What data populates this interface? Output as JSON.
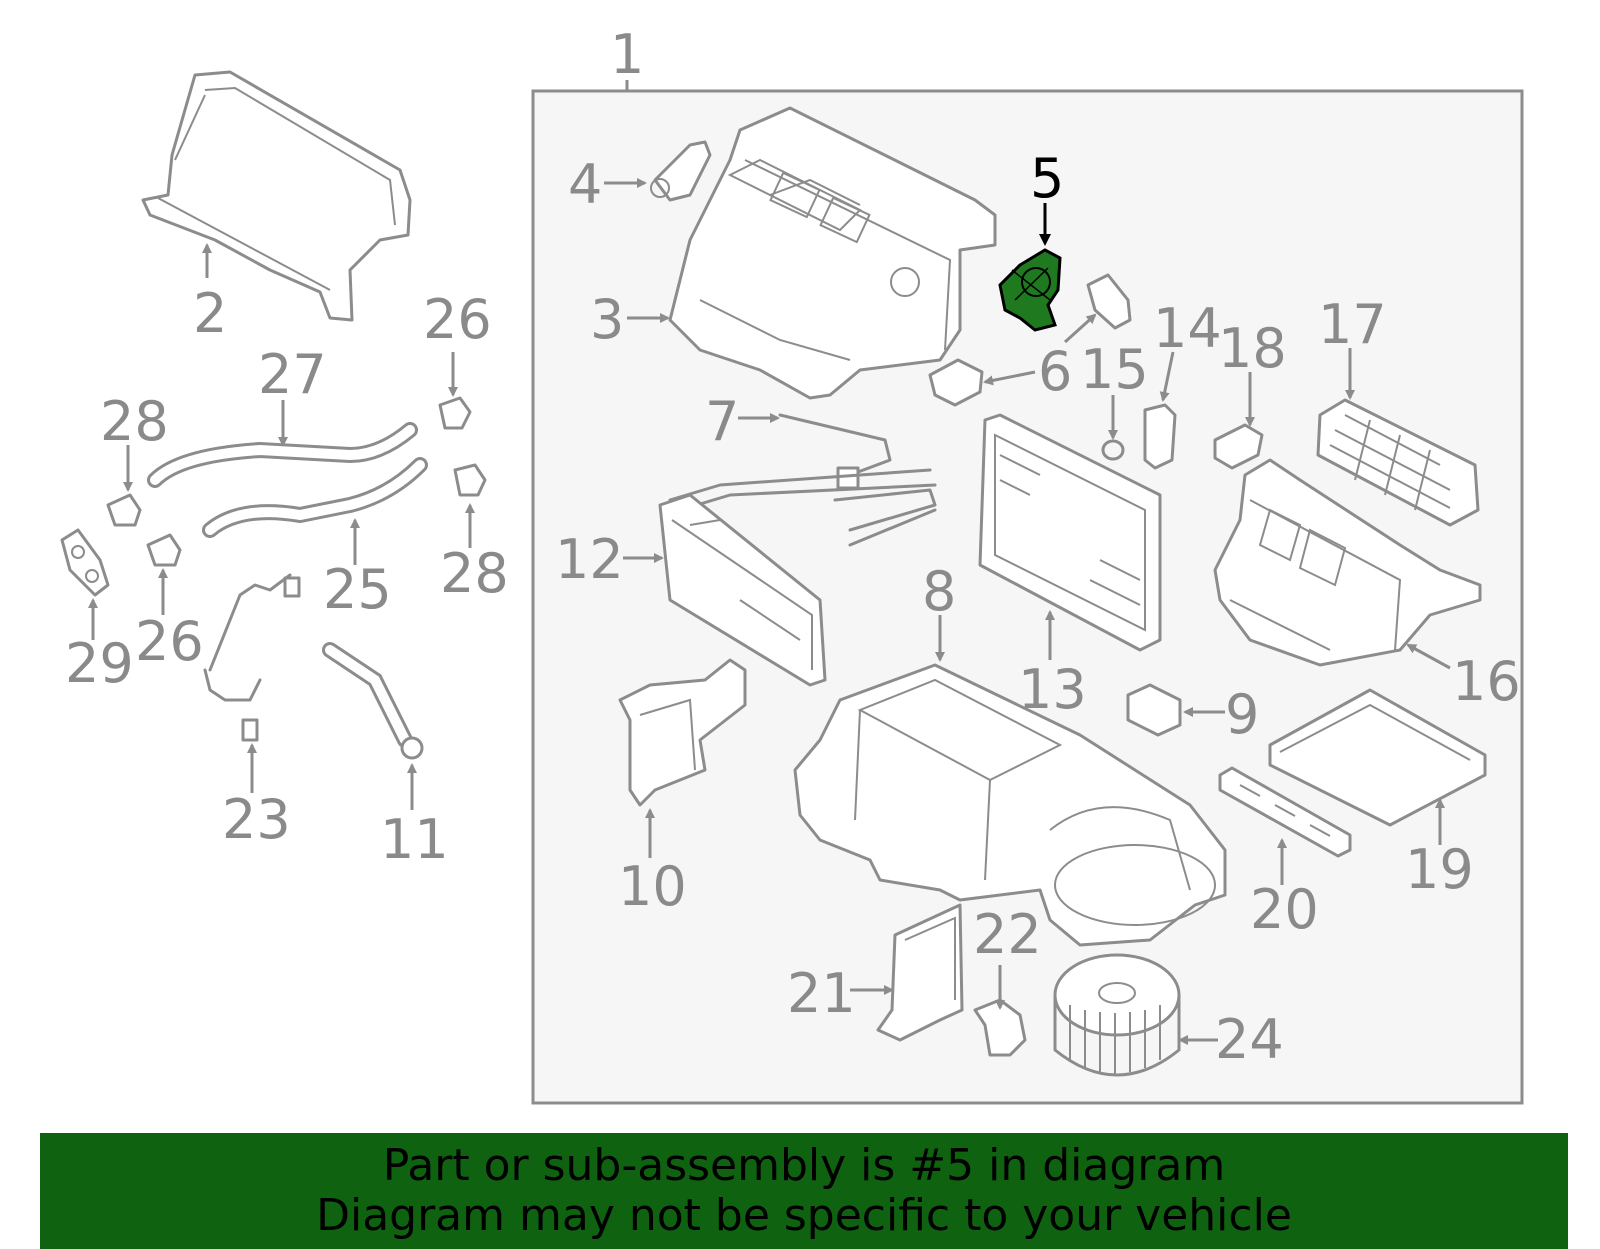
{
  "callouts": [
    "1",
    "2",
    "3",
    "4",
    "5",
    "6",
    "7",
    "8",
    "9",
    "10",
    "11",
    "12",
    "13",
    "14",
    "15",
    "16",
    "17",
    "18",
    "19",
    "20",
    "21",
    "22",
    "23",
    "24",
    "25",
    "26",
    "26",
    "27",
    "28",
    "28",
    "29"
  ],
  "highlighted_part": "5",
  "colors": {
    "highlight": "#0f620f",
    "line": "#8c8c8c",
    "label": "#8a8a8a",
    "panel": "#f6f6f6"
  },
  "banner": {
    "line1": "Part or sub-assembly is #5 in diagram",
    "line2": "Diagram may not be specific to your vehicle"
  }
}
